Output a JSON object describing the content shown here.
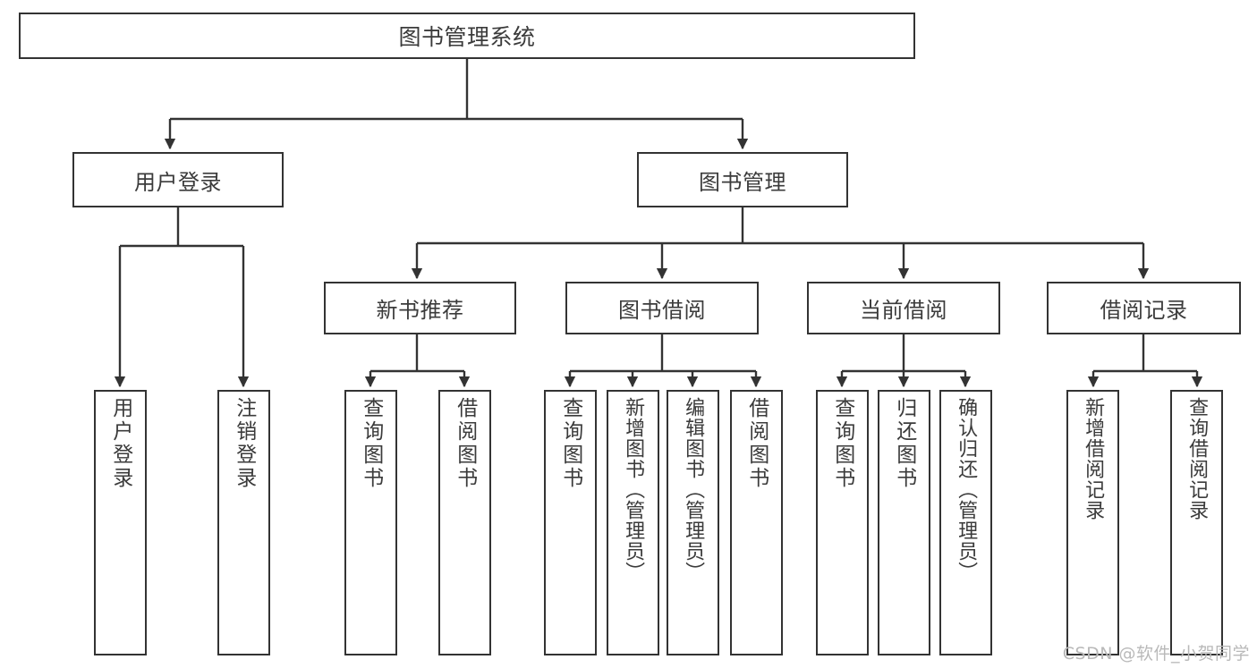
{
  "diagram": {
    "title": "图书管理系统",
    "type": "tree-hierarchy-diagram",
    "colors": {
      "box_border": "#333333",
      "box_fill": "#ffffff",
      "text": "#3b3b3b",
      "connector": "#333333",
      "watermark": "#b9b9b9",
      "background": "#ffffff"
    },
    "root": {
      "label": "图书管理系统"
    },
    "level2": [
      {
        "label": "用户登录"
      },
      {
        "label": "图书管理"
      }
    ],
    "level3": [
      {
        "label": "新书推荐"
      },
      {
        "label": "图书借阅"
      },
      {
        "label": "当前借阅"
      },
      {
        "label": "借阅记录"
      }
    ],
    "leaves": {
      "user_login": [
        {
          "label": "用户登录"
        },
        {
          "label": "注销登录"
        }
      ],
      "new_book_recommend": [
        {
          "label": "查询图书"
        },
        {
          "label": "借阅图书"
        }
      ],
      "book_borrow": [
        {
          "label": "查询图书"
        },
        {
          "label": "新增图书（管理员）"
        },
        {
          "label": "编辑图书（管理员）"
        },
        {
          "label": "借阅图书"
        }
      ],
      "current_borrow": [
        {
          "label": "查询图书"
        },
        {
          "label": "归还图书"
        },
        {
          "label": "确认归还（管理员）"
        }
      ],
      "borrow_record": [
        {
          "label": "新增借阅记录"
        },
        {
          "label": "查询借阅记录"
        }
      ]
    }
  },
  "watermark": {
    "text": "CSDN @软件_小贺同学"
  }
}
